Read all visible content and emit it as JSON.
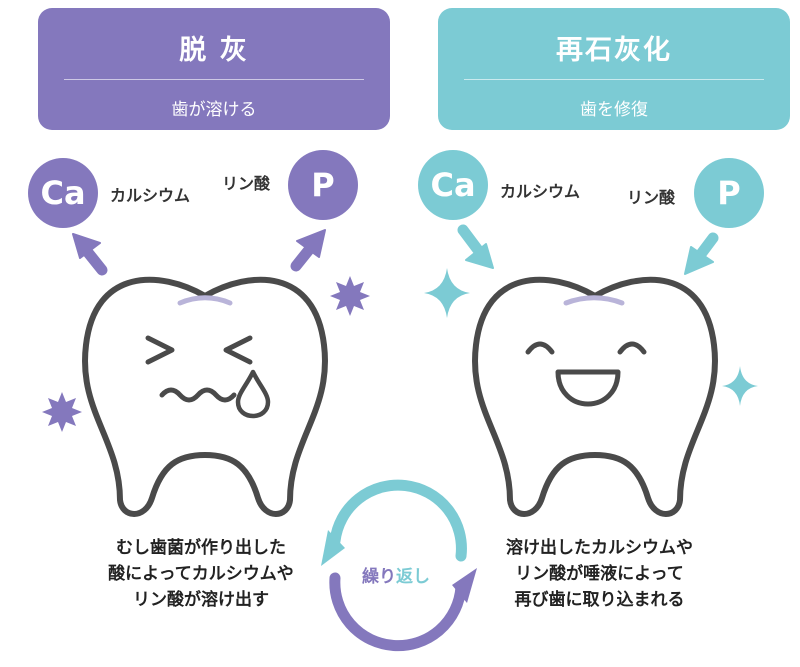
{
  "left_panel": {
    "title": "脱 灰",
    "subtitle": "歯が溶ける"
  },
  "right_panel": {
    "title": "再石灰化",
    "subtitle": "歯を修復"
  },
  "left_ions": {
    "ca": "Ca",
    "ca_label": "カルシウム",
    "p": "P",
    "p_label": "リン酸"
  },
  "right_ions": {
    "ca": "Ca",
    "ca_label": "カルシウム",
    "p": "P",
    "p_label": "リン酸"
  },
  "cycle_label": {
    "part1": "繰り",
    "part2": "返し"
  },
  "left_caption": [
    "むし歯菌が作り出した",
    "酸によってカルシウムや",
    "リン酸が溶け出す"
  ],
  "right_caption": [
    "溶け出したカルシウムや",
    "リン酸が唾液によって",
    "再び歯に取り込まれる"
  ],
  "colors": {
    "purple": "#8478bd",
    "teal": "#7ccbd4",
    "outline": "#4a4a4a"
  },
  "icons": [
    "arrow-up-left-icon",
    "arrow-up-right-icon",
    "arrow-down-right-icon",
    "arrow-down-left-icon",
    "sad-tooth-icon",
    "happy-tooth-icon",
    "germ-icon",
    "sparkle-icon",
    "cycle-arrows-icon"
  ]
}
